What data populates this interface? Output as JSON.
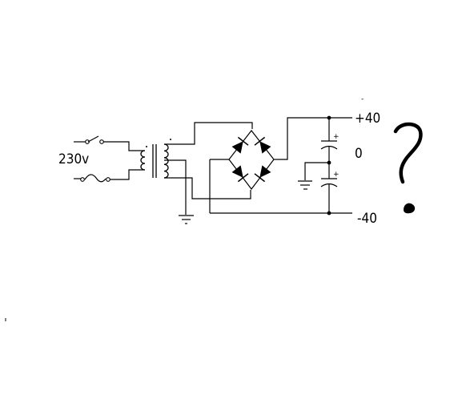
{
  "diagram": {
    "input_label": "230v",
    "rail_positive": "+40",
    "rail_zero": "0",
    "rail_negative": "-40",
    "capacitor_polarity_mark": "+",
    "top_dash": "-",
    "question_mark": "?"
  },
  "colors": {
    "background": "#ffffff",
    "ink": "#000000"
  }
}
